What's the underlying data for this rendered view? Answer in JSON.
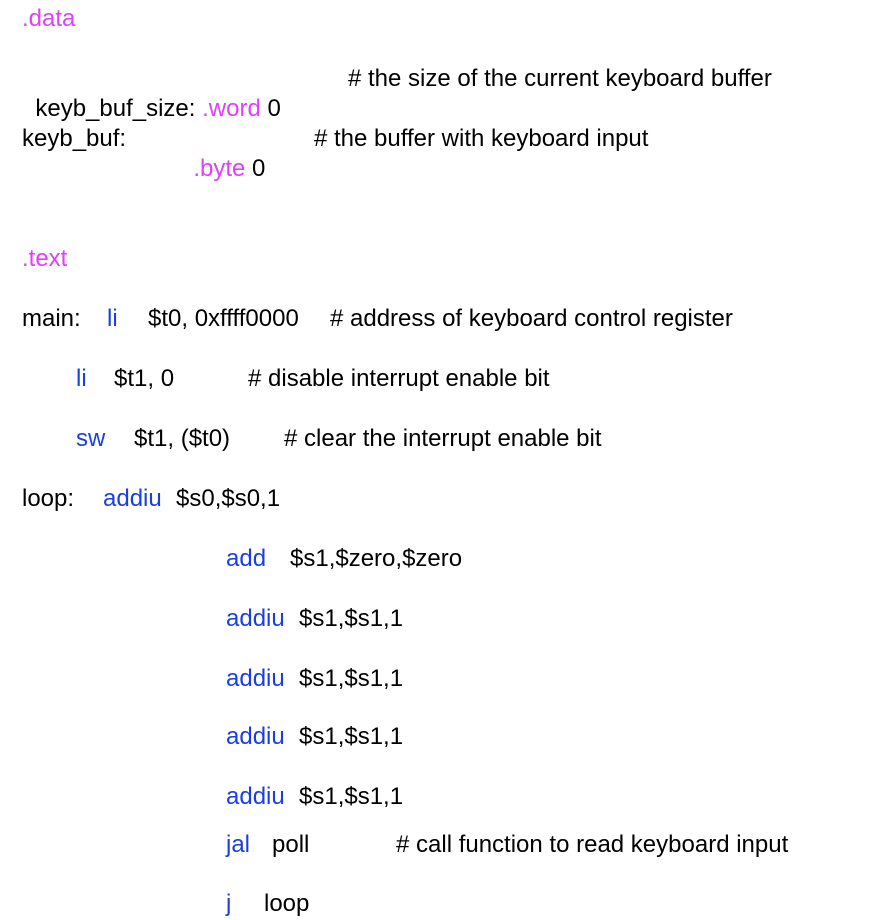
{
  "data_section": {
    "directive": ".data",
    "line1": {
      "label": "keyb_buf_size:",
      "directive": ".word",
      "value": "0",
      "comment": "# the size of the current keyboard buffer"
    },
    "line2": {
      "label": "keyb_buf:",
      "directive": ".byte",
      "value": "0",
      "comment": "# the buffer with keyboard input"
    }
  },
  "text_section": {
    "directive": ".text",
    "main": {
      "label": "main:",
      "op": "li",
      "args": "$t0, 0xffff0000",
      "comment": "# address of keyboard control register"
    },
    "li_t1": {
      "op": "li",
      "args": "$t1, 0",
      "comment": "# disable interrupt enable bit"
    },
    "sw_t1": {
      "op": "sw",
      "args": "$t1, ($t0)",
      "comment": "# clear the interrupt enable bit"
    },
    "loop": {
      "label": "loop:",
      "op": "addiu",
      "args": "$s0,$s0,1"
    },
    "add_s1": {
      "op": "add",
      "args": "$s1,$zero,$zero"
    },
    "addiu1": {
      "op": "addiu",
      "args": "$s1,$s1,1"
    },
    "addiu2": {
      "op": "addiu",
      "args": "$s1,$s1,1"
    },
    "addiu3": {
      "op": "addiu",
      "args": "$s1,$s1,1"
    },
    "addiu4": {
      "op": "addiu",
      "args": "$s1,$s1,1"
    },
    "jal": {
      "op": "jal",
      "args": "poll",
      "comment": "# call function to read keyboard input"
    },
    "jump": {
      "op": "j",
      "args": "loop"
    }
  },
  "colors": {
    "directive": "#e040fb",
    "instruction": "#1a3ee0",
    "text": "#000000"
  }
}
